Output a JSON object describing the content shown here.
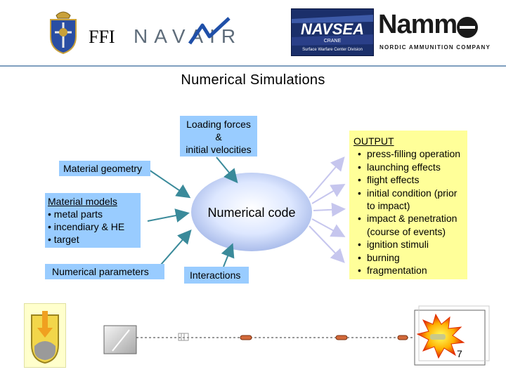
{
  "header": {
    "logos": {
      "ffi": "FFI",
      "navair": "NAVAIR",
      "navsea": "NAVSEA",
      "navsea_sub1": "CRANE",
      "navsea_sub2": "Surface Warfare Center Division",
      "nammo": "Nammo",
      "nammo_sub": "NORDIC AMMUNITION COMPANY"
    }
  },
  "title": "Numerical Simulations",
  "inputs": {
    "loading": [
      "Loading forces",
      "&",
      "initial velocities"
    ],
    "geometry": "Material geometry",
    "models_heading": "Material models",
    "models_items": [
      "• metal parts",
      "• incendiary & HE",
      "• target"
    ],
    "parameters": "Numerical parameters",
    "interactions": "Interactions"
  },
  "core": {
    "label": "Numerical code"
  },
  "output": {
    "heading": "OUTPUT",
    "items": [
      "press-filling operation",
      "launching effects",
      "flight effects",
      "initial condition (prior to impact)",
      "impact & penetration (course of events)",
      "ignition stimuli",
      "burning",
      "fragmentation"
    ]
  },
  "footer": {
    "page_number": "7"
  },
  "colors": {
    "box_blue": "#99ccff",
    "output_yellow": "#ffff99",
    "arrow_teal": "#3a8a9a",
    "arrow_lavender": "#c6c6ee",
    "ellipse_light": "#eef3ff",
    "ellipse_mid": "#9fb3e6"
  },
  "icons": [
    "ffi-crest-icon",
    "navair-swoosh-icon",
    "nammo-bullet-icon",
    "shaped-charge-icon",
    "launcher-box-icon",
    "projectile-icon",
    "explosion-icon"
  ]
}
